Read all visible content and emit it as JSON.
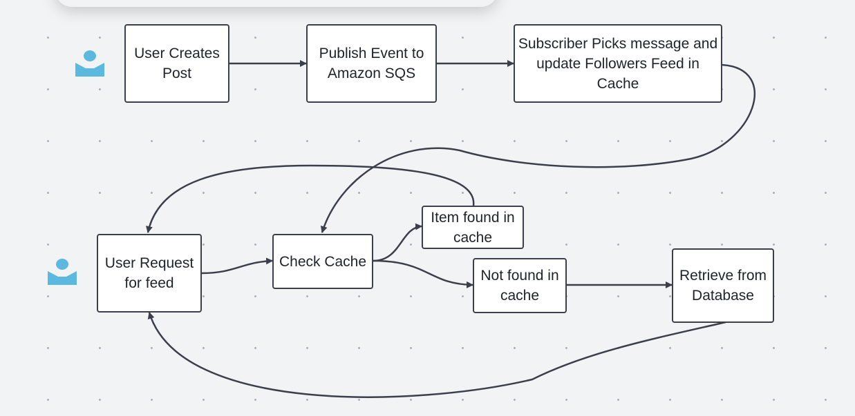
{
  "colors": {
    "background": "#f2f3f5",
    "dot": "#a9adb6",
    "stroke": "#3a3f4b",
    "node_fill": "#ffffff",
    "text": "#1f2228",
    "user_icon": "#5bb8de"
  },
  "icons": {
    "actor_1": "user-icon",
    "actor_2": "user-icon"
  },
  "nodes": {
    "user_creates_post": "User Creates Post",
    "publish_event": "Publish Event to Amazon SQS",
    "subscriber_picks": "Subscriber Picks message and update Followers Feed in Cache",
    "user_request_feed": "User Request for feed",
    "check_cache": "Check Cache",
    "item_found": "Item found in cache",
    "not_found": "Not found in cache",
    "retrieve_db": "Retrieve from Database"
  }
}
